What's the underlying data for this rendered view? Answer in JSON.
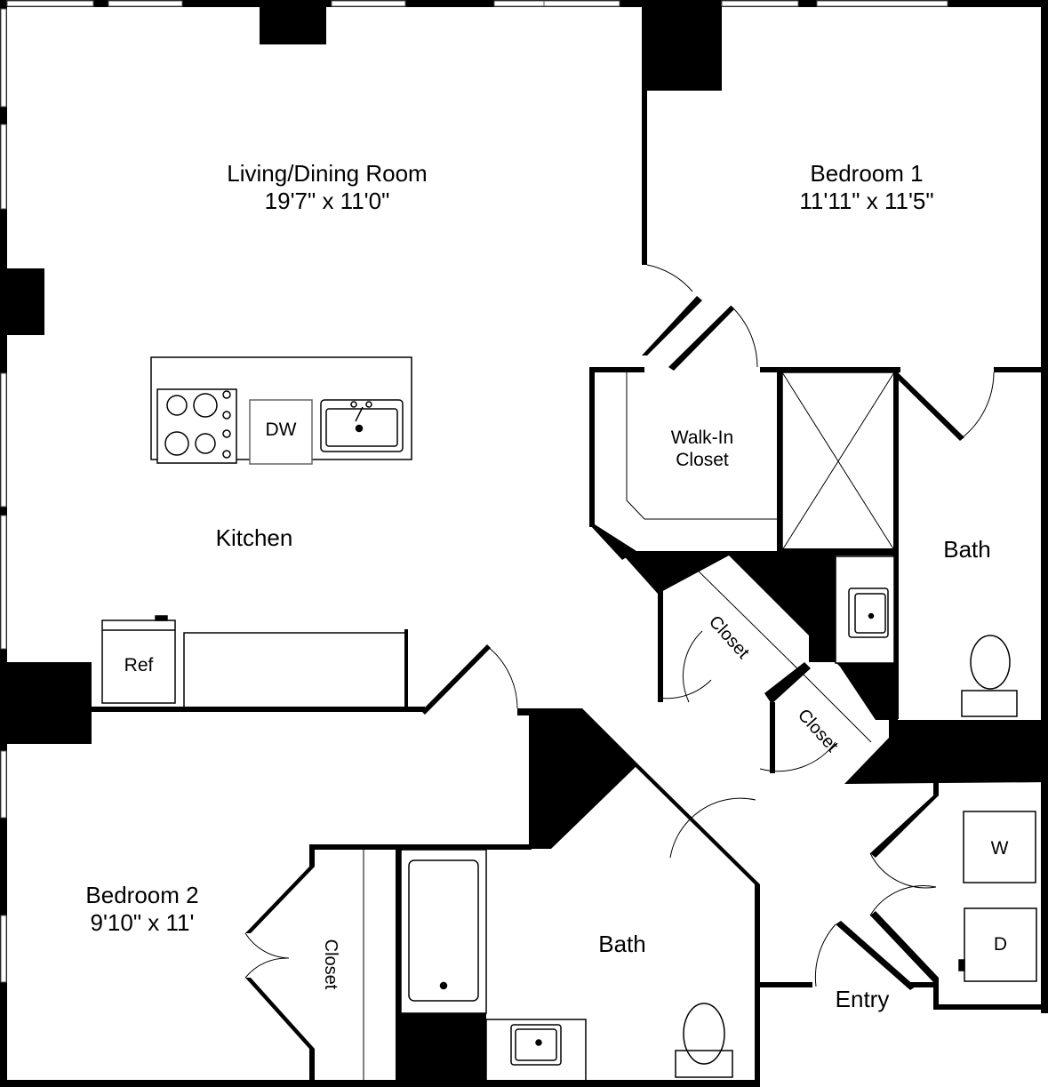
{
  "plan": {
    "colors": {
      "wall": "#000000",
      "background": "#ffffff",
      "fixture_line": "#000000"
    },
    "rooms": {
      "living": {
        "name": "Living/Dining Room",
        "dims": "19'7\" x 11'0\""
      },
      "bedroom1": {
        "name": "Bedroom 1",
        "dims": "11'11\" x 11'5\""
      },
      "bedroom2": {
        "name": "Bedroom 2",
        "dims": "9'10\" x 11'"
      },
      "kitchen": {
        "name": "Kitchen"
      },
      "walkin": {
        "line1": "Walk-In",
        "line2": "Closet"
      },
      "bath1": {
        "name": "Bath"
      },
      "bath2": {
        "name": "Bath"
      },
      "closet_a": {
        "name": "Closet"
      },
      "closet_b": {
        "name": "Closet"
      },
      "closet_c": {
        "name": "Closet"
      },
      "entry": {
        "name": "Entry"
      }
    },
    "appliances": {
      "dishwasher": "DW",
      "refrigerator": "Ref",
      "washer": "W",
      "dryer": "D"
    }
  }
}
